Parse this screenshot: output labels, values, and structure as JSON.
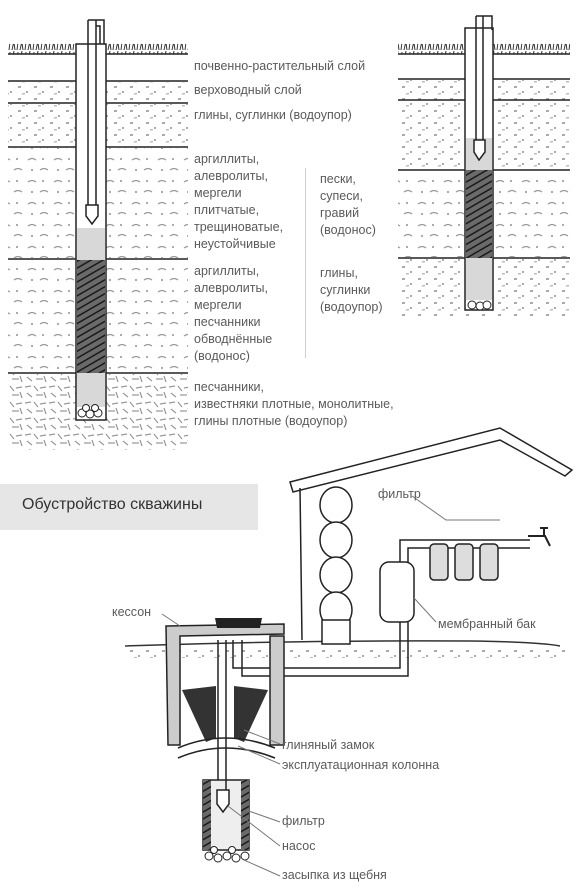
{
  "strata_labels": {
    "soil": "почвенно-растительный слой",
    "perched": "верховодный слой",
    "clay1": "глины, суглинки (водоупор)",
    "unstable": [
      "аргиллиты,",
      "алевролиты,",
      "мергели",
      "плитчатые,",
      "трещиноватые,",
      "неустойчивые"
    ],
    "aquifer_deep": [
      "аргиллиты,",
      "алевролиты,",
      "мергели",
      "песчанники",
      "обводнённые",
      "(водонос)"
    ],
    "bottom": [
      "песчанники,",
      "известняки плотные, монолитные,",
      "глины плотные (водоупор)"
    ],
    "sand_aquifer": [
      "пески,",
      "супеси,",
      "гравий",
      "(водонос)"
    ],
    "clay2": [
      "глины,",
      "суглинки",
      "(водоупор)"
    ]
  },
  "banner": {
    "title": "Обустройство скважины"
  },
  "equipment_labels": {
    "filter_top": "фильтр",
    "caisson": "кессон",
    "membrane_tank": "мембранный бак",
    "clay_lock": "глиняный замок",
    "casing": "эксплуатационная колонна",
    "filter_bottom": "фильтр",
    "pump": "насос",
    "gravel": "засыпка из щебня"
  }
}
